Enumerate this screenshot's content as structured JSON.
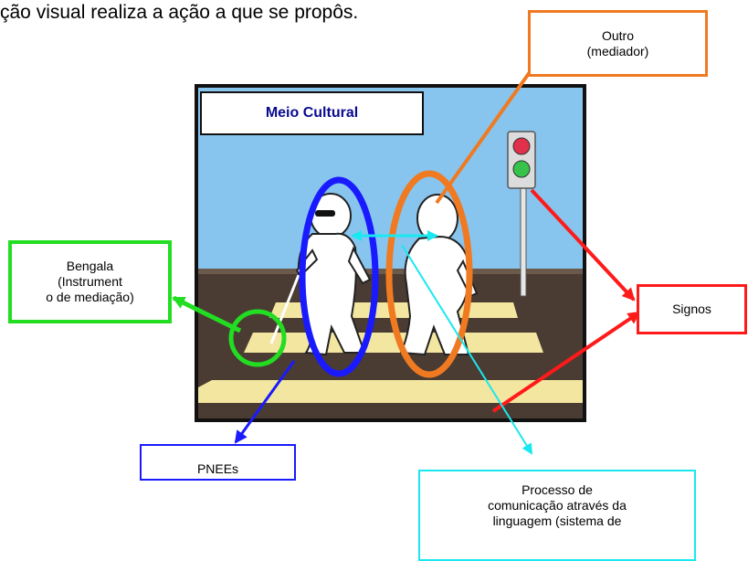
{
  "top_text": "ção visual realiza a ação a que se propôs.",
  "scene_title": "Meio Cultural",
  "labels": {
    "outro": [
      "Outro",
      "(mediador)"
    ],
    "bengala": [
      "Bengala",
      "(Instrument",
      "o de mediação)"
    ],
    "signos": "Signos",
    "pnees": "PNEEs",
    "processo": [
      "Processo de",
      "comunicação através da",
      "linguagem (sistema de"
    ]
  },
  "colors": {
    "outro": "#f07a22",
    "bengala": "#22dd22",
    "signos": "#ff1a1a",
    "pnees": "#1a1aff",
    "processo": "#19e8f0",
    "scene_title": "#0a0a90"
  }
}
